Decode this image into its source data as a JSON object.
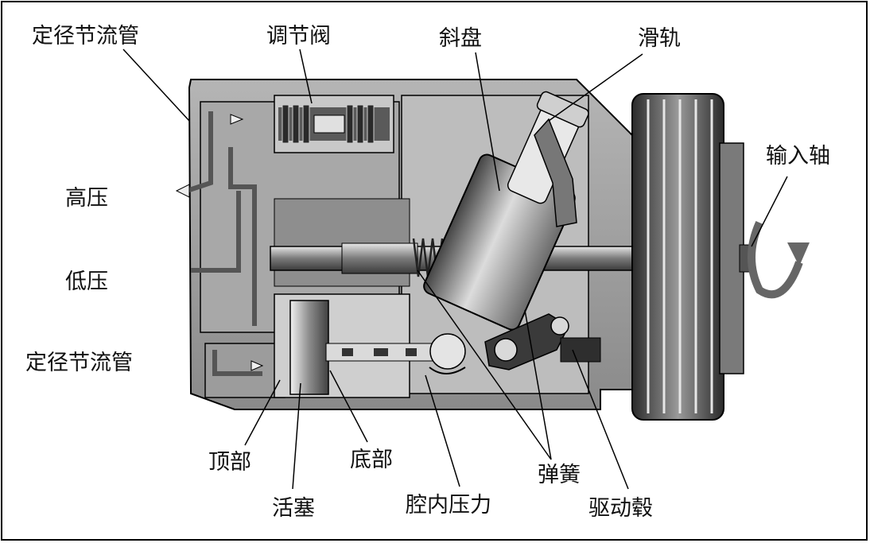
{
  "labels": {
    "fixed_orifice_top": "定径节流管",
    "control_valve": "调节阀",
    "swash_plate": "斜盘",
    "slide_rail": "滑轨",
    "input_shaft": "输入轴",
    "high_pressure": "高压",
    "low_pressure": "低压",
    "fixed_orifice_bottom": "定径节流管",
    "top_part": "顶部",
    "piston": "活塞",
    "bottom_part": "底部",
    "crankcase_pressure": "腔内压力",
    "spring": "弹簧",
    "drive_hub": "驱动毂"
  },
  "colors": {
    "line": "#000000",
    "housing": "#9a9a9a",
    "dark": "#3a3a3a",
    "light": "#d6d6d6"
  }
}
